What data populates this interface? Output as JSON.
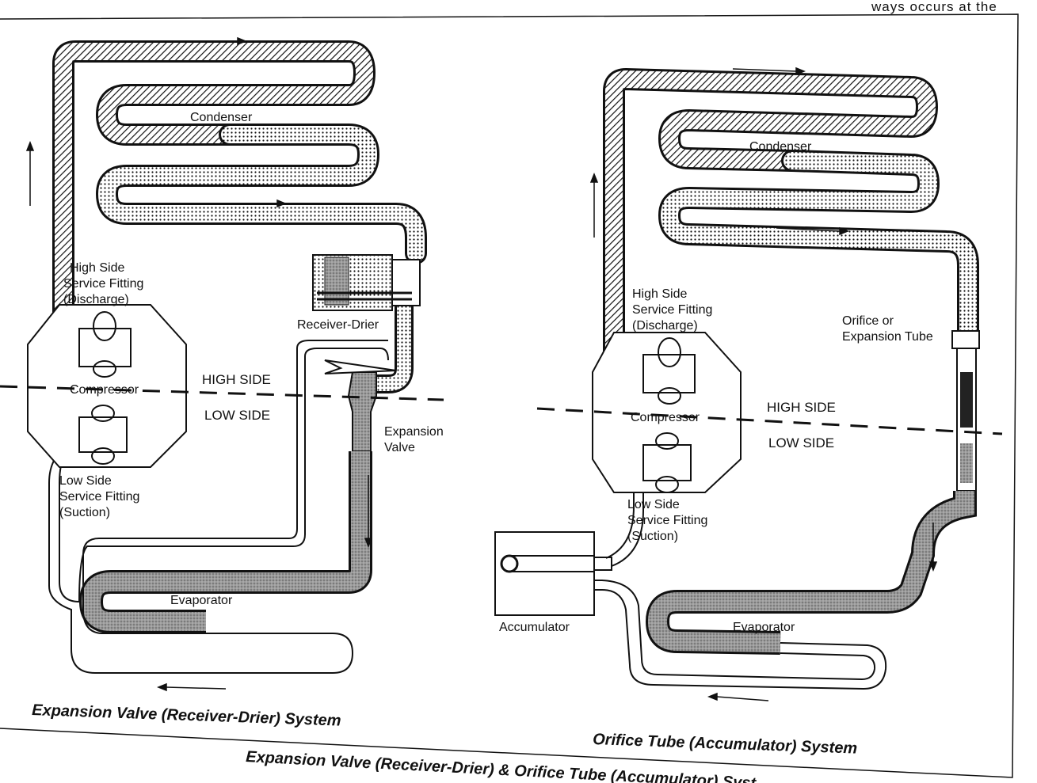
{
  "header_fragment": "ways occurs at the",
  "left_system": {
    "condenser": "Condenser",
    "high_fitting": [
      "High Side",
      "Service Fitting",
      "(Discharge)"
    ],
    "compressor": "Compressor",
    "low_fitting": [
      "Low Side",
      "Service Fitting",
      "(Suction)"
    ],
    "receiver_drier": "Receiver-Drier",
    "expansion_valve": [
      "Expansion",
      "Valve"
    ],
    "high_side": "HIGH SIDE",
    "low_side": "LOW SIDE",
    "evaporator": "Evaporator",
    "caption": "Expansion Valve (Receiver-Drier) System"
  },
  "right_system": {
    "condenser": "Condenser",
    "high_fitting": [
      "High Side",
      "Service Fitting",
      "(Discharge)"
    ],
    "compressor": "Compressor",
    "low_fitting": [
      "Low Side",
      "Service Fitting",
      "(Suction)"
    ],
    "orifice_tube": [
      "Orifice or",
      "Expansion Tube"
    ],
    "high_side": "HIGH SIDE",
    "low_side": "LOW SIDE",
    "accumulator": "Accumulator",
    "evaporator": "Evaporator",
    "caption": "Orifice Tube (Accumulator) System"
  },
  "figure_caption": "Expansion Valve (Receiver-Drier) & Orifice Tube (Accumulator) Syst"
}
